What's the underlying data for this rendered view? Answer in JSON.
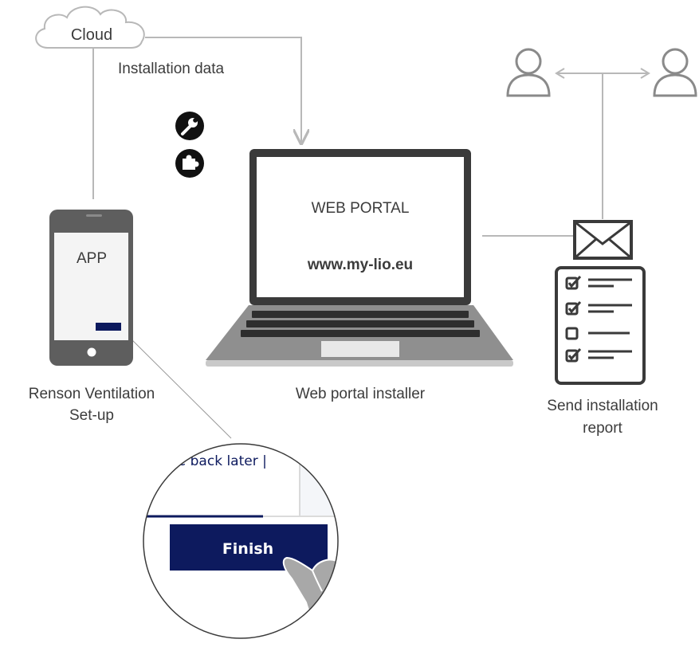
{
  "cloud": {
    "label": "Cloud"
  },
  "flow": {
    "installation_data_label": "Installation data"
  },
  "phone": {
    "screen_label": "APP",
    "caption_line1": "Renson Ventilation",
    "caption_line2": "Set-up"
  },
  "laptop": {
    "screen_title": "WEB PORTAL",
    "screen_url": "www.my-lio.eu",
    "caption": "Web portal installer"
  },
  "report": {
    "caption_line1": "Send installation",
    "caption_line2": "report"
  },
  "zoom": {
    "partial_text": "ne back later |",
    "finish_label": "Finish"
  },
  "colors": {
    "line": "#b8b8b8",
    "dark": "#3c3c3c",
    "navy": "#0d1a5e",
    "icon_gray": "#8a8a8a"
  },
  "icons": [
    "cloud-icon",
    "wrench-icon",
    "puzzle-icon",
    "phone-icon",
    "laptop-icon",
    "envelope-icon",
    "checklist-icon",
    "user-icon",
    "hand-pointer-icon"
  ]
}
